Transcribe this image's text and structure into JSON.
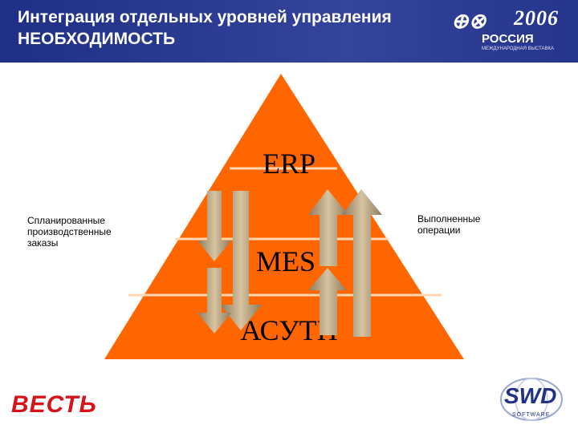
{
  "header": {
    "title_line1": "Интеграция отдельных уровней управления",
    "title_line2": "НЕОБХОДИМОСТЬ"
  },
  "event_logo": {
    "year": "2006",
    "country": "РОССИЯ",
    "tagline": "МЕЖДУНАРОДНАЯ ВЫСТАВКА"
  },
  "pyramid": {
    "levels": [
      "ERP",
      "MES",
      "АСУТП"
    ],
    "fill_color": "#ff6600",
    "arrow_color": "#b49a78"
  },
  "notes": {
    "left": "Спланированные\nпроизводственные\nзаказы",
    "right": "Выполненные\nоперации"
  },
  "footer": {
    "left_logo": "ВЕСТЬ",
    "right_logo": "SWD",
    "right_logo_sub": "SOFTWARE"
  },
  "colors": {
    "header_bg": "#26358c",
    "brand_red": "#d6131a",
    "brand_blue": "#1f3188"
  }
}
